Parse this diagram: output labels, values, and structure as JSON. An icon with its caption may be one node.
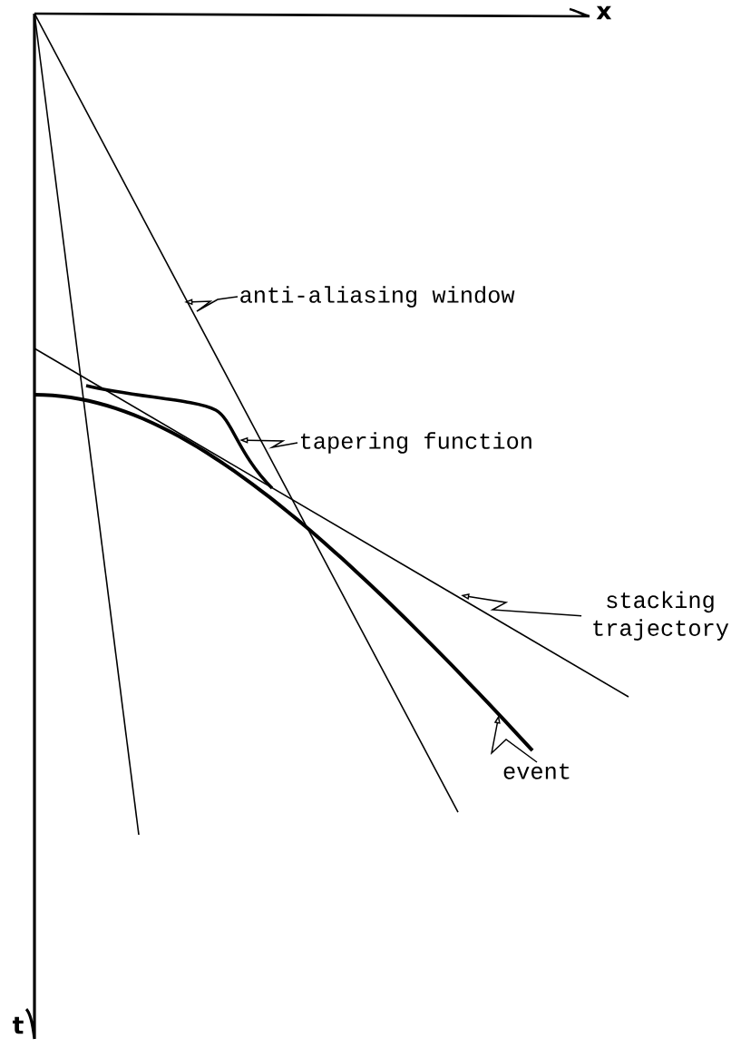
{
  "diagram": {
    "nodes": [
      {
        "text": [
          "anti-aliasing window"
        ]
      },
      {
        "text": [
          "tapering function"
        ]
      },
      {
        "text": [
          "stacking trajectory"
        ]
      },
      {
        "text": [
          "event"
        ]
      }
    ],
    "edges": [
      {
        "from": 0,
        "to": null,
        "arrow": "to"
      },
      {
        "from": 1,
        "to": null,
        "arrow": "to"
      },
      {
        "from": 2,
        "to": null,
        "arrow": "to"
      },
      {
        "from": 3,
        "to": null,
        "arrow": "to"
      }
    ],
    "labels": [
      "x",
      "t"
    ]
  }
}
